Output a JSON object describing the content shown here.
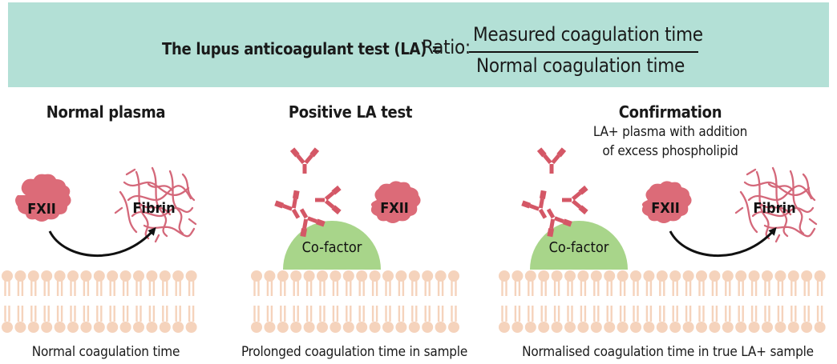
{
  "header": {
    "test_label": "The lupus anticoagulant test (LA) =",
    "ratio_label": "Ratio:",
    "numerator": "Measured coagulation time",
    "denominator": "Normal coagulation time"
  },
  "panels": [
    {
      "title": "Normal plasma",
      "factor_label": "FXII",
      "product_label": "Fibrin",
      "caption": "Normal coagulation time"
    },
    {
      "title": "Positive LA test",
      "factor_label": "FXII",
      "cofactor_label": "Co-factor",
      "caption": "Prolonged coagulation time in sample"
    },
    {
      "title": "Confirmation",
      "subtitle_line1": "LA+ plasma with addition",
      "subtitle_line2": "of excess phospholipid",
      "factor_label": "FXII",
      "cofactor_label": "Co-factor",
      "product_label": "Fibrin",
      "caption": "Normalised coagulation time in true LA+ sample"
    }
  ],
  "colors": {
    "banner": "#b3e0d6",
    "fxii_blob": "#dc6b78",
    "fibrin": "#d4687a",
    "antibody": "#d45766",
    "cofactor": "#a8d58a",
    "membrane": "#f5d3bc"
  }
}
